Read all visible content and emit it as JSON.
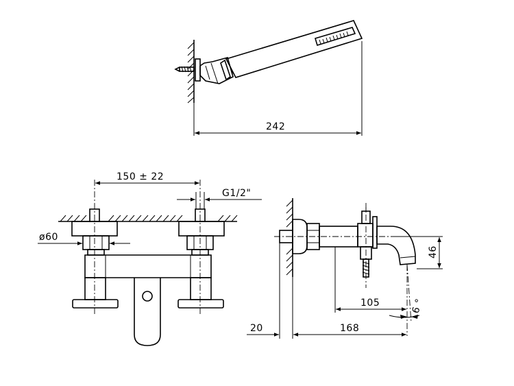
{
  "dimensions": {
    "shower_length": "242",
    "centers": "150 ± 22",
    "thread": "G1/2\"",
    "escutcheon_diameter": "ø60",
    "spout_height": "46",
    "spout_reach": "105",
    "wall_offset": "20",
    "total_depth": "168",
    "angle": "6 °"
  }
}
